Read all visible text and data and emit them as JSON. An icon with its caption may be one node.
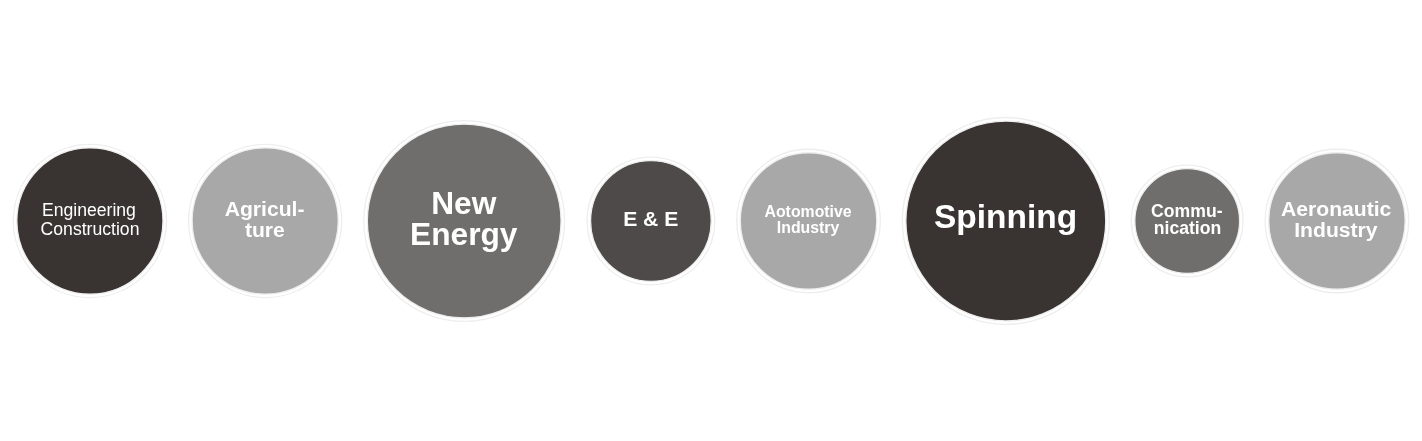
{
  "diagram": {
    "nodes": [
      {
        "text": [
          "Engineering Construction"
        ]
      },
      {
        "text": [
          "Agricul- ture"
        ]
      },
      {
        "text": [
          "New Energy"
        ]
      },
      {
        "text": [
          "E & E"
        ]
      },
      {
        "text": [
          "Aotomotive Industry"
        ]
      },
      {
        "text": [
          "Spinning"
        ]
      },
      {
        "text": [
          "Commu- nication"
        ]
      },
      {
        "text": [
          "Aeronautic Industry"
        ]
      }
    ],
    "edges": []
  }
}
